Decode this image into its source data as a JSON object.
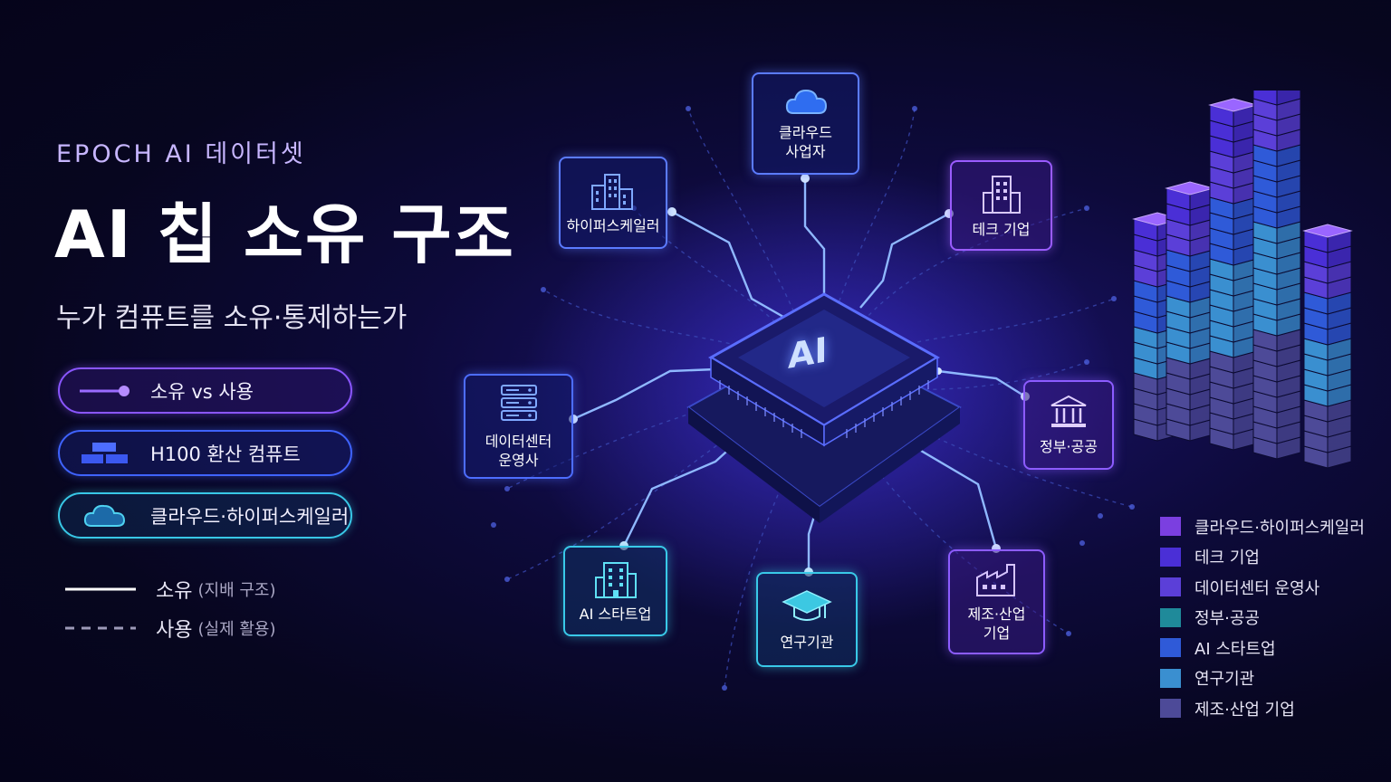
{
  "header": {
    "eyebrow": "EPOCH AI 데이터셋",
    "title": "AI 칩 소유 구조",
    "subtitle": "누가 컴퓨트를 소유·통제하는가"
  },
  "pills": [
    {
      "label": "소유 vs 사용",
      "icon": "line-dot-icon"
    },
    {
      "label": "H100 환산 컴퓨트",
      "icon": "blocks-icon"
    },
    {
      "label": "클라우드·하이퍼스케일러",
      "icon": "cloud-icon"
    }
  ],
  "line_legend": [
    {
      "label": "소유",
      "note": "(지배 구조)",
      "style": "solid"
    },
    {
      "label": "사용",
      "note": "(실제 활용)",
      "style": "dashed"
    }
  ],
  "chip": {
    "label": "AI"
  },
  "nodes": {
    "cloud": {
      "label": "클라우드\n사업자",
      "icon": "cloud-icon"
    },
    "hyperscaler": {
      "label": "하이퍼스케일러",
      "icon": "buildings-icon"
    },
    "tech": {
      "label": "테크 기업",
      "icon": "building-icon"
    },
    "datacenter": {
      "label": "데이터센터\n운영사",
      "icon": "server-icon"
    },
    "government": {
      "label": "정부·공공",
      "icon": "government-building-icon"
    },
    "startup": {
      "label": "AI 스타트업",
      "icon": "office-building-icon"
    },
    "research": {
      "label": "연구기관",
      "icon": "graduation-cap-icon"
    },
    "industry": {
      "label": "제조·산업\n기업",
      "icon": "factory-icon"
    }
  },
  "legend": [
    {
      "label": "클라우드·하이퍼스케일러",
      "color": "#7b3fe0"
    },
    {
      "label": "테크 기업",
      "color": "#4a2fd6"
    },
    {
      "label": "데이터센터 운영사",
      "color": "#5b3fd8"
    },
    {
      "label": "정부·공공",
      "color": "#1f8a9a"
    },
    {
      "label": "AI 스타트업",
      "color": "#2f5ad8"
    },
    {
      "label": "연구기관",
      "color": "#3a8fd0"
    },
    {
      "label": "제조·산업 기업",
      "color": "#4d4a98"
    }
  ]
}
